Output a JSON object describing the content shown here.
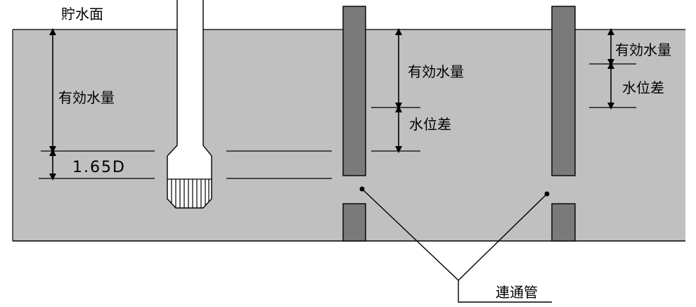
{
  "labels": {
    "water_surface": "貯水面",
    "effective_volume_left": "有効水量",
    "submergence": "1.65D",
    "effective_volume_mid": "有効水量",
    "level_diff_mid": "水位差",
    "effective_volume_right": "有効水量",
    "level_diff_right": "水位差",
    "connecting_pipe": "連通管"
  },
  "colors": {
    "water": "#c0c0c0",
    "wall": "#7a7a7a",
    "line": "#000000",
    "background": "#ffffff"
  }
}
